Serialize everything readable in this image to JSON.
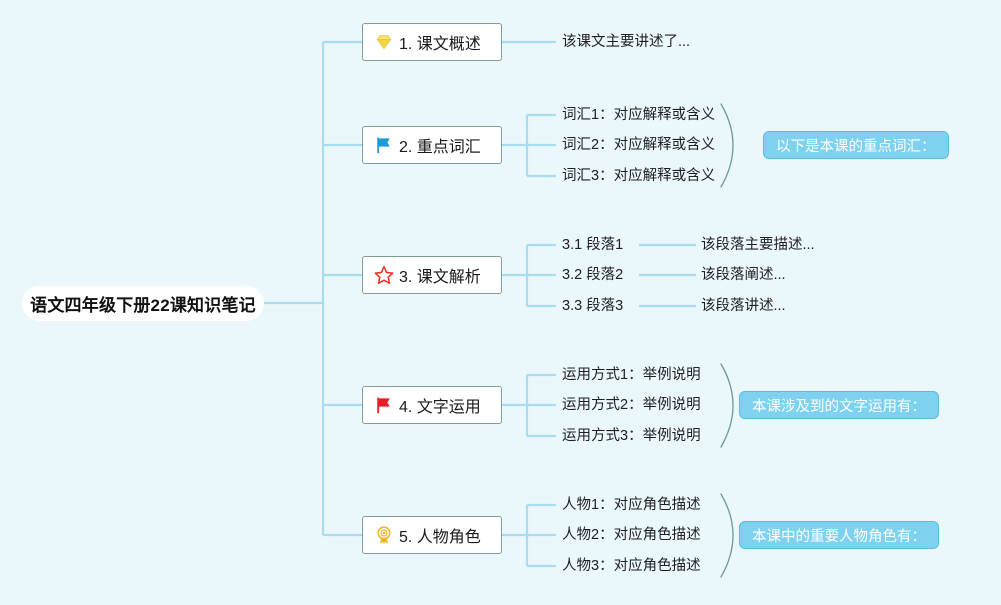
{
  "background_color": "#eaf7fb",
  "accent_colors": {
    "wire": "#a8dcef",
    "node_border": "#7f9e95",
    "summary_fill": "#7fd2ef",
    "summary_border": "#5bbbe0",
    "brace": "#6f9a90",
    "root_fill": "#ffffff"
  },
  "root": {
    "label": "语文四年级下册22课知识笔记"
  },
  "branches": [
    {
      "id": "branch-1",
      "icon": "gem-icon",
      "icon_color": "#f7d64a",
      "label": "1. 课文概述",
      "children": [
        {
          "label": "该课文主要讲述了...",
          "grandchildren": []
        }
      ],
      "summary": null
    },
    {
      "id": "branch-2",
      "icon": "blue-flag-icon",
      "icon_color": "#1d9bd8",
      "label": "2. 重点词汇",
      "children": [
        {
          "label": "词汇1：对应解释或含义",
          "grandchildren": []
        },
        {
          "label": "词汇2：对应解释或含义",
          "grandchildren": []
        },
        {
          "label": "词汇3：对应解释或含义",
          "grandchildren": []
        }
      ],
      "summary": "以下是本课的重点词汇："
    },
    {
      "id": "branch-3",
      "icon": "star-outline-icon",
      "icon_color": "#e8352a",
      "label": "3. 课文解析",
      "children": [
        {
          "label": "3.1 段落1",
          "grandchildren": [
            "该段落主要描述..."
          ]
        },
        {
          "label": "3.2 段落2",
          "grandchildren": [
            "该段落阐述..."
          ]
        },
        {
          "label": "3.3 段落3",
          "grandchildren": [
            "该段落讲述..."
          ]
        }
      ],
      "summary": null
    },
    {
      "id": "branch-4",
      "icon": "red-flag-icon",
      "icon_color": "#ec1c24",
      "label": "4. 文字运用",
      "children": [
        {
          "label": "运用方式1：举例说明",
          "grandchildren": []
        },
        {
          "label": "运用方式2：举例说明",
          "grandchildren": []
        },
        {
          "label": "运用方式3：举例说明",
          "grandchildren": []
        }
      ],
      "summary": "本课涉及到的文字运用有："
    },
    {
      "id": "branch-5",
      "icon": "award-rosette-icon",
      "icon_color": "#f0b429",
      "label": "5. 人物角色",
      "children": [
        {
          "label": "人物1：对应角色描述",
          "grandchildren": []
        },
        {
          "label": "人物2：对应角色描述",
          "grandchildren": []
        },
        {
          "label": "人物3：对应角色描述",
          "grandchildren": []
        }
      ],
      "summary": "本课中的重要人物角色有："
    }
  ]
}
